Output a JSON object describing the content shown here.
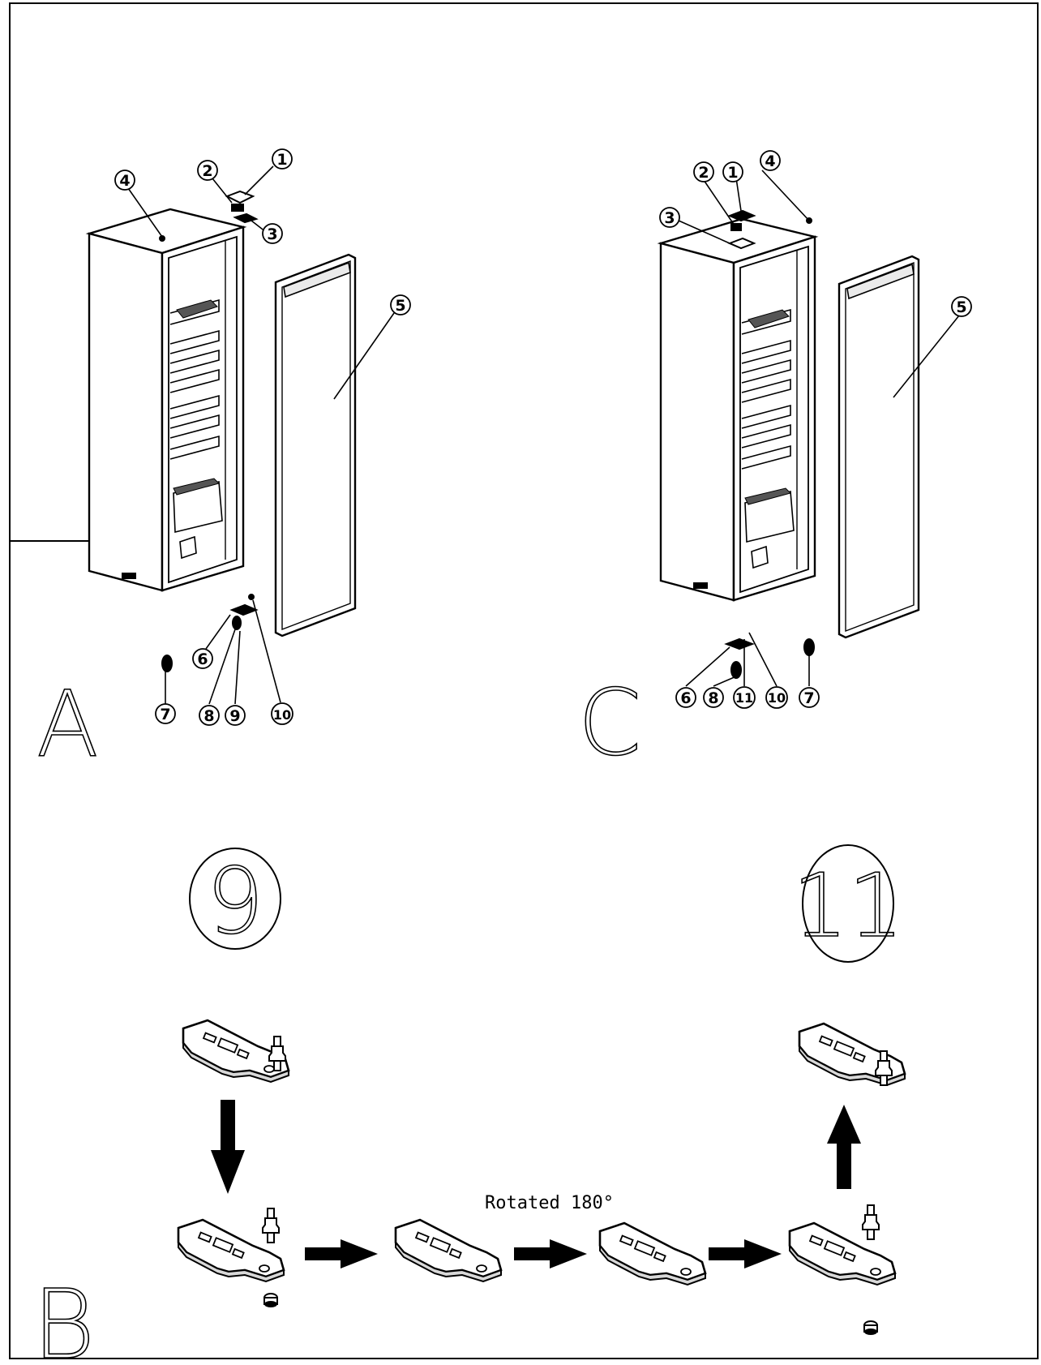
{
  "sections": {
    "a": "A",
    "b": "B",
    "c": "C"
  },
  "diagram_a": {
    "labels": [
      "1",
      "2",
      "3",
      "4",
      "5",
      "6",
      "7",
      "8",
      "9",
      "10"
    ]
  },
  "diagram_c": {
    "labels": [
      "1",
      "2",
      "3",
      "4",
      "5",
      "6",
      "7",
      "8",
      "11",
      "10"
    ]
  },
  "diagram_b": {
    "circle_left": "9",
    "circle_right": "11",
    "caption": "Rotated 180°"
  }
}
